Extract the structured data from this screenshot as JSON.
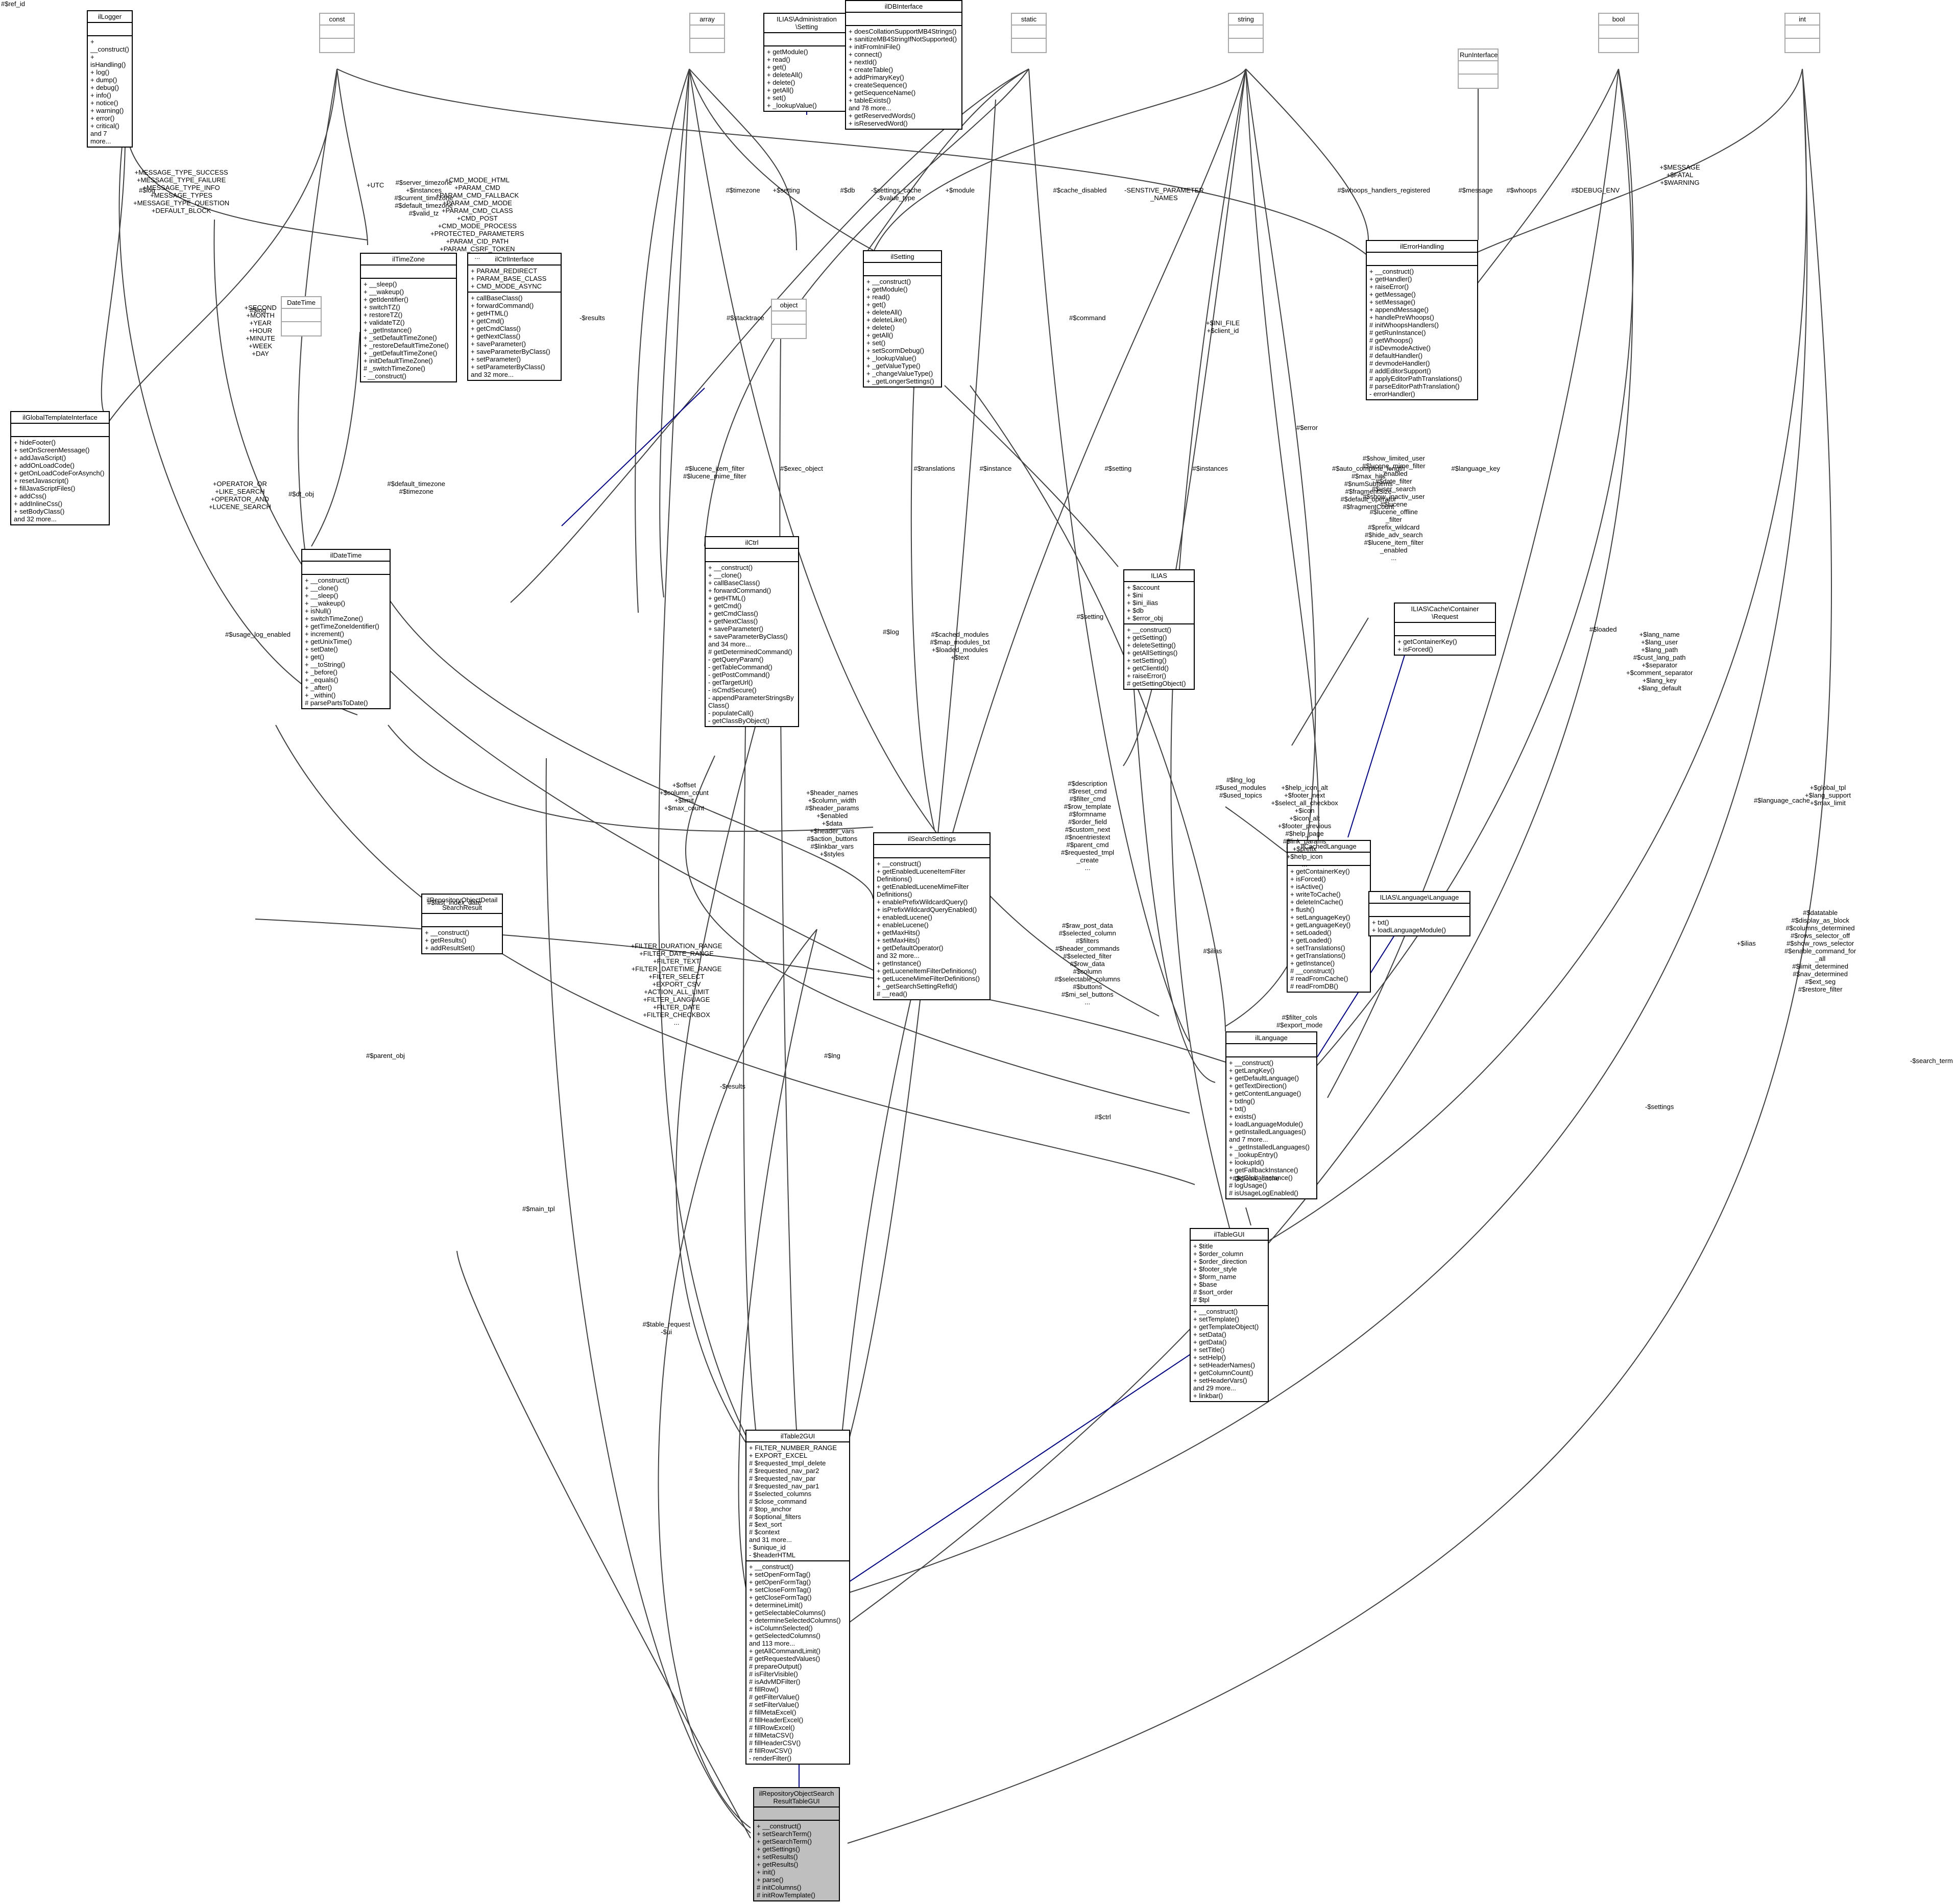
{
  "nodes": [
    {
      "id": "ilLogger",
      "title": "ilLogger",
      "attrs": "",
      "methods": "+ __construct()\n+ isHandling()\n+ log()\n+ dump()\n+ debug()\n+ info()\n+ notice()\n+ warning()\n+ error()\n+ critical()\nand 7 more...",
      "style": "solid"
    },
    {
      "id": "const",
      "title": "const",
      "attrs": "",
      "methods": "",
      "style": "placeholder"
    },
    {
      "id": "array",
      "title": "array",
      "attrs": "",
      "methods": "",
      "style": "placeholder"
    },
    {
      "id": "ILIASAdministrationSetting",
      "title": "ILIAS\\Administration\n\\Setting",
      "attrs": "",
      "methods": "+ getModule()\n+ read()\n+ get()\n+ deleteAll()\n+ delete()\n+ getAll()\n+ set()\n+ _lookupValue()",
      "style": "solid"
    },
    {
      "id": "ilDBInterface",
      "title": "ilDBInterface",
      "attrs": "",
      "methods": "+ doesCollationSupportMB4Strings()\n+ sanitizeMB4StringIfNotSupported()\n+ initFromIniFile()\n+ connect()\n+ nextId()\n+ createTable()\n+ addPrimaryKey()\n+ createSequence()\n+ getSequenceName()\n+ tableExists()\nand 78 more...\n+ getReservedWords()\n+ isReservedWord()",
      "style": "solid"
    },
    {
      "id": "static",
      "title": "static",
      "attrs": "",
      "methods": "",
      "style": "placeholder"
    },
    {
      "id": "string",
      "title": "string",
      "attrs": "",
      "methods": "",
      "style": "placeholder"
    },
    {
      "id": "RunInterface",
      "title": "RunInterface",
      "attrs": "",
      "methods": "",
      "style": "placeholder"
    },
    {
      "id": "bool",
      "title": "bool",
      "attrs": "",
      "methods": "",
      "style": "placeholder"
    },
    {
      "id": "int",
      "title": "int",
      "attrs": "",
      "methods": "",
      "style": "placeholder"
    },
    {
      "id": "ilTimeZone",
      "title": "ilTimeZone",
      "attrs": "",
      "methods": "+ __sleep()\n+ __wakeup()\n+ getIdentifier()\n+ switchTZ()\n+ restoreTZ()\n+ validateTZ()\n+ _getInstance()\n+ _setDefaultTimeZone()\n+ _restoreDefaultTimeZone()\n+ _getDefaultTimeZone()\n+ initDefaultTimeZone()\n# _switchTimeZone()\n- __construct()",
      "style": "solid"
    },
    {
      "id": "ilCtrlInterface",
      "title": "ilCtrlInterface",
      "attrs": "+ PARAM_REDIRECT\n+ PARAM_BASE_CLASS\n+ CMD_MODE_ASYNC",
      "methods": "+ callBaseClass()\n+ forwardCommand()\n+ getHTML()\n+ getCmd()\n+ getCmdClass()\n+ getNextClass()\n+ saveParameter()\n+ saveParameterByClass()\n+ setParameter()\n+ setParameterByClass()\nand 32 more...",
      "style": "solid"
    },
    {
      "id": "ilSetting",
      "title": "ilSetting",
      "attrs": "",
      "methods": "+ __construct()\n+ getModule()\n+ read()\n+ get()\n+ deleteAll()\n+ deleteLike()\n+ delete()\n+ getAll()\n+ set()\n+ setScormDebug()\n+ _lookupValue()\n+ _getValueType()\n+ _changeValueType()\n+ _getLongerSettings()",
      "style": "solid"
    },
    {
      "id": "ilErrorHandling",
      "title": "ilErrorHandling",
      "attrs": "",
      "methods": "+ __construct()\n+ getHandler()\n+ raiseError()\n+ getMessage()\n+ setMessage()\n+ appendMessage()\n+ handlePreWhoops()\n# initWhoopsHandlers()\n# getRunInstance()\n# getWhoops()\n# isDevmodeActive()\n# defaultHandler()\n# devmodeHandler()\n# addEditorSupport()\n# applyEditorPathTranslations()\n# parseEditorPathTranslation()\n- errorHandler()",
      "style": "solid"
    },
    {
      "id": "DateTime",
      "title": "DateTime",
      "attrs": "",
      "methods": "",
      "style": "placeholder"
    },
    {
      "id": "object",
      "title": "object",
      "attrs": "",
      "methods": "",
      "style": "placeholder"
    },
    {
      "id": "ilGlobalTemplateInterface",
      "title": "ilGlobalTemplateInterface",
      "attrs": "",
      "methods": "+ hideFooter()\n+ setOnScreenMessage()\n+ addJavaScript()\n+ addOnLoadCode()\n+ getOnLoadCodeForAsynch()\n+ resetJavascript()\n+ fillJavaScriptFiles()\n+ addCss()\n+ addInlineCss()\n+ setBodyClass()\nand 32 more...",
      "style": "solid"
    },
    {
      "id": "ilDateTime",
      "title": "ilDateTime",
      "attrs": "",
      "methods": "+ __construct()\n+ __clone()\n+ __sleep()\n+ __wakeup()\n+ isNull()\n+ switchTimeZone()\n+ getTimeZoneIdentifier()\n+ increment()\n+ getUnixTime()\n+ setDate()\n+ get()\n+ __toString()\n+ _before()\n+ _equals()\n+ _after()\n+ _within()\n# parsePartsToDate()",
      "style": "solid"
    },
    {
      "id": "ilCtrl",
      "title": "ilCtrl",
      "attrs": "",
      "methods": "+ __construct()\n+ __clone()\n+ callBaseClass()\n+ forwardCommand()\n+ getHTML()\n+ getCmd()\n+ getCmdClass()\n+ getNextClass()\n+ saveParameter()\n+ saveParameterByClass()\nand 34 more...\n# getDeterminedCommand()\n- getQueryParam()\n- getTableCommand()\n- getPostCommand()\n- getTargetUrl()\n- isCmdSecure()\n- appendParameterStringsBy\nClass()\n- populateCall()\n- getClassByObject()",
      "style": "solid"
    },
    {
      "id": "ILIAS",
      "title": "ILIAS",
      "attrs": "+ $account\n+ $ini\n+ $ini_ilias\n+ $db\n+ $error_obj",
      "methods": "+ __construct()\n+ getSetting()\n+ deleteSetting()\n+ getAllSettings()\n+ setSetting()\n+ getClientId()\n+ raiseError()\n# getSettingObject()",
      "style": "solid"
    },
    {
      "id": "ILIASCacheRequest",
      "title": "ILIAS\\Cache\\Container\n\\Request",
      "attrs": "",
      "methods": "+ getContainerKey()\n+ isForced()",
      "style": "solid"
    },
    {
      "id": "ilRepositoryObjectDetailSearchResult",
      "title": "ilRepositoryObjectDetail\nSearchResult",
      "attrs": "",
      "methods": "+ __construct()\n+ getResults()\n+ addResultSet()",
      "style": "solid"
    },
    {
      "id": "ilSearchSettings",
      "title": "ilSearchSettings",
      "attrs": "",
      "methods": "+ __construct()\n+ getEnabledLuceneItemFilter\nDefinitions()\n+ getEnabledLuceneMimeFilter\nDefinitions()\n+ enablePrefixWildcardQuery()\n+ isPrefixWildcardQueryEnabled()\n+ enabledLucene()\n+ enableLucene()\n+ getMaxHits()\n+ setMaxHits()\n+ getDefaultOperator()\nand 32 more...\n+ getInstance()\n+ getLuceneItemFilterDefinitions()\n+ getLuceneMimeFilterDefinitions()\n+ _getSearchSettingRefId()\n# __read()",
      "style": "solid"
    },
    {
      "id": "ilCachedLanguage",
      "title": "ilCachedLanguage",
      "attrs": "",
      "methods": "+ getContainerKey()\n+ isForced()\n+ isActive()\n+ writeToCache()\n+ deleteInCache()\n+ flush()\n+ setLanguageKey()\n+ getLanguageKey()\n+ setLoaded()\n+ getLoaded()\n+ setTranslations()\n+ getTranslations()\n+ getInstance()\n# __construct()\n# readFromCache()\n# readFromDB()",
      "style": "solid"
    },
    {
      "id": "ILIASLanguage",
      "title": "ILIAS\\Language\\Language",
      "attrs": "",
      "methods": "+ txt()\n+ loadLanguageModule()",
      "style": "solid"
    },
    {
      "id": "ilLanguage",
      "title": "ilLanguage",
      "attrs": "",
      "methods": "+ __construct()\n+ getLangKey()\n+ getDefaultLanguage()\n+ getTextDirection()\n+ getContentLanguage()\n+ txtlng()\n+ txt()\n+ exists()\n+ loadLanguageModule()\n+ getInstalledLanguages()\nand 7 more...\n+ _getInstalledLanguages()\n+ _lookupEntry()\n+ lookupId()\n+ getFallbackInstance()\n+ getGlobalInstance()\n# logUsage()\n# isUsageLogEnabled()",
      "style": "solid"
    },
    {
      "id": "ilTableGUI",
      "title": "ilTableGUI",
      "attrs": "+ $title\n+ $order_column\n+ $order_direction\n+ $footer_style\n+ $form_name\n+ $base\n# $sort_order\n# $tpl",
      "methods": "+ __construct()\n+ setTemplate()\n+ getTemplateObject()\n+ setData()\n+ getData()\n+ setTitle()\n+ setHelp()\n+ setHeaderNames()\n+ getColumnCount()\n+ setHeaderVars()\nand 29 more...\n+ linkbar()",
      "style": "solid"
    },
    {
      "id": "ilTable2GUI",
      "title": "ilTable2GUI",
      "attrs": "+ FILTER_NUMBER_RANGE\n+ EXPORT_EXCEL\n# $requested_tmpl_delete\n# $requested_nav_par2\n# $requested_nav_par\n# $requested_nav_par1\n# $selected_columns\n# $close_command\n# $top_anchor\n# $optional_filters\n# $ext_sort\n# $context\nand 31 more...\n- $unique_id\n- $headerHTML",
      "methods": "+ __construct()\n+ setOpenFormTag()\n+ getOpenFormTag()\n+ setCloseFormTag()\n+ getCloseFormTag()\n+ determineLimit()\n+ getSelectableColumns()\n+ determineSelectedColumns()\n+ isColumnSelected()\n+ getSelectedColumns()\nand 113 more...\n+ getAllCommandLimit()\n# getRequestedValues()\n# prepareOutput()\n# isFilterVisible()\n# isAdvMDFilter()\n# fillRow()\n# getFilterValue()\n# setFilterValue()\n# fillMetaExcel()\n# fillHeaderExcel()\n# fillRowExcel()\n# fillMetaCSV()\n# fillHeaderCSV()\n# fillRowCSV()\n- renderFilter()",
      "style": "solid"
    },
    {
      "id": "ilRepositoryObjectSearchResultTableGUI",
      "title": "ilRepositoryObjectSearch\nResultTableGUI",
      "attrs": "",
      "methods": "+ __construct()\n+ setSearchTerm()\n+ getSearchTerm()\n+ getSettings()\n+ setResults()\n+ getResults()\n+ init()\n+ parse()\n# initColumns()\n# initRowTemplate()",
      "style": "highlight"
    }
  ],
  "edge_labels": [
    "#$log",
    "+MESSAGE_TYPE_SUCCESS\n+MESSAGE_TYPE_FAILURE\n+MESSAGE_TYPE_INFO\n+MESSAGE_TYPES\n+MESSAGE_TYPE_QUESTION\n+DEFAULT_BLOCK",
    "+UTC",
    "#$server_timezone\n+$instances\n#$current_timezone\n#$default_timezone\n#$valid_tz",
    "+CMD_MODE_HTML\n+PARAM_CMD\n+PARAM_CMD_FALLBACK\n+PARAM_CMD_MODE\n+PARAM_CMD_CLASS\n+CMD_POST\n+CMD_MODE_PROCESS\n+PROTECTED_PARAMETERS\n+PARAM_CID_PATH\n+PARAM_CSRF_TOKEN\n...",
    "#$timezone",
    "+$setting",
    "#$db",
    "-$settings_cache\n-$value_type",
    "+$module",
    "#$cache_disabled",
    "-SENSTIVE_PARAMETER\n_NAMES",
    "#$whoops_handlers_registered",
    "#$message",
    "#$whoops",
    "#$DEBUG_ENV",
    "+$MESSAGE\n+$FATAL\n+$WARNING",
    "+SECOND\n+MONTH\n+YEAR\n+HOUR\n+MINUTE\n+WEEK\n+DAY",
    "#$log",
    "-$results",
    "#$stacktrace",
    "#$command",
    "+$INI_FILE\n+$client_id",
    "#$dt_obj",
    "#$default_timezone\n#$timezone",
    "+OPERATOR_OR\n+LIKE_SEARCH\n+OPERATOR_AND\n+LUCENE_SEARCH",
    "#$lucene_item_filter\n#$lucene_mime_filter",
    "#$exec_object",
    "#$translations",
    "#$instance",
    "#$setting",
    "#$instances",
    "#$error",
    "#$show_limited_user\n#$lucene_mime_filter\n_enabled\n#$date_filter\n#$user_search\n#$show_inactiv_user\n#$lucene\n#$lucene_offline\n_filter\n#$prefix_wildcard\n#$hide_adv_search\n#$lucene_item_filter\n_enabled\n...",
    "#$auto_complete_length\n#$max_hits\n#$numSubItems\n#$fragmentSize\n#$default_operator\n#$fragmentCount",
    "#$language_key",
    "#$loaded",
    "+$lang_name\n+$lang_user\n+$lang_path\n#$cust_lang_path\n+$separator\n+$comment_separator\n+$lang_key\n+$lang_default",
    "#$usage_log_enabled",
    "#$log",
    "#$cached_modules\n#$map_modules_txt\n+$loaded_modules\n+$text",
    "#$setting",
    "#$lng_log\n#$used_modules\n#$used_topics",
    "+$help_icon_alt\n+$footer_next\n+$select_all_checkbox\n+$icon\n+$icon_alt\n+$footer_previous\n#$help_page\n#$link_params\n+$prefix\n+$help_icon\n...",
    "#$language_cache",
    "+$global_tpl\n+$lang_support\n+$max_limit",
    "+$offset\n+$column_count\n+$limit\n+$max_count",
    "+$header_names\n+$column_width\n#$header_params\n+$enabled\n+$data\n+$header_vars\n#$action_buttons\n#$linkbar_vars\n+$styles",
    "#$last_index_date",
    "+FILTER_DURATION_RANGE\n+FILTER_DATE_RANGE\n+FILTER_TEXT\n+FILTER_DATETIME_RANGE\n+FILTER_SELECT\n+EXPORT_CSV\n+ACTION_ALL_LIMIT\n+FILTER_LANGUAGE\n+FILTER_DATE\n+FILTER_CHECKBOX\n...",
    "#$raw_post_data\n#$selected_column\n#$filters\n#$header_commands\n#$selected_filter\n#$row_data\n#$column\n#$selectable_columns\n#$buttons\n#$mi_sel_buttons\n...",
    "#$description\n#$reset_cmd\n#$filter_cmd\n#$row_template\n#$formname\n#$order_field\n#$custom_next\n#$noentriestext\n#$parent_cmd\n#$requested_tmpl\n_create\n...",
    "#$ilias",
    "+$ilias",
    "#$datatable\n#$display_as_block\n#$columns_determined\n#$rows_selector_off\n#$show_rows_selector\n#$enable_command_for\n_all\n#$limit_determined\n#$nav_determined\n#$ext_seg\n#$restore_filter",
    "#$filter_cols\n#$export_mode",
    "#$global_cache",
    "#$lng",
    "#$parent_obj",
    "#$main_tpl",
    "-$results",
    "#$ctrl",
    "#$table_request\n-$ui",
    "-$settings",
    "-$search_term",
    "#$ref_id"
  ]
}
